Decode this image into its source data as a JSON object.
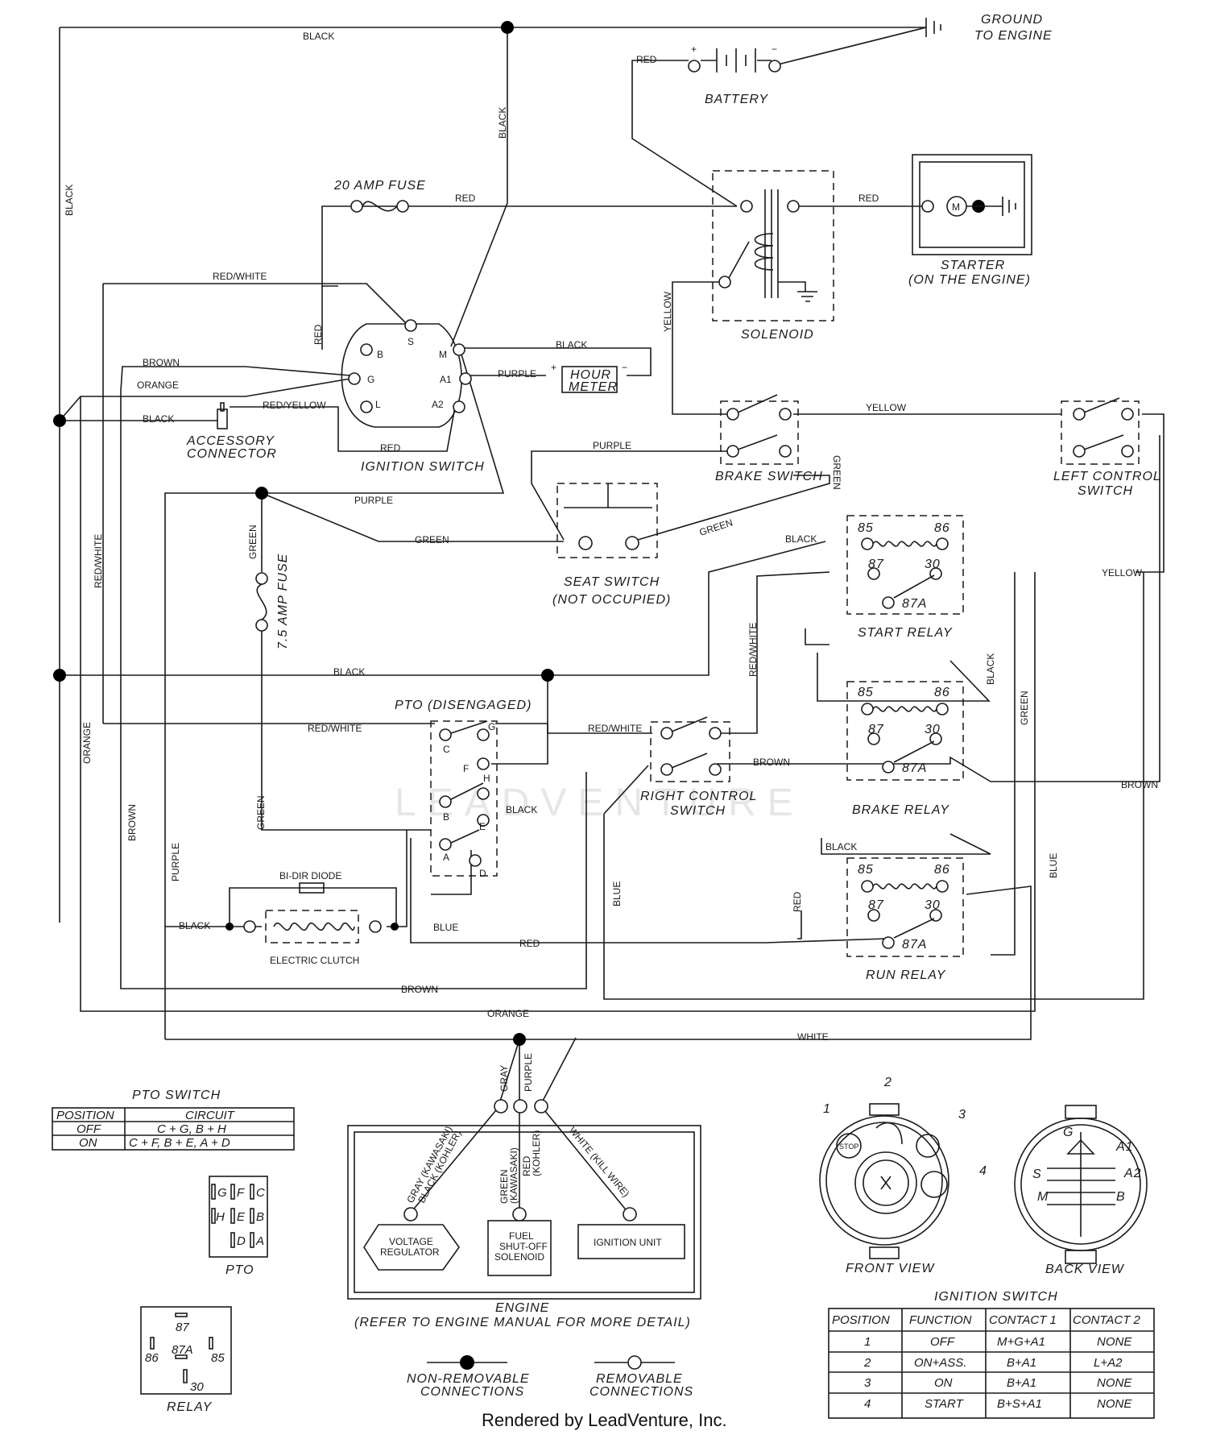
{
  "wire_colors": {
    "black": "BLACK",
    "red": "RED",
    "red_white": "RED/WHITE",
    "red_yellow": "RED/YELLOW",
    "brown": "BROWN",
    "orange": "ORANGE",
    "purple": "PURPLE",
    "green": "GREEN",
    "yellow": "YELLOW",
    "blue": "BLUE",
    "white": "WHITE",
    "gray": "GRAY"
  },
  "components": {
    "ground": [
      "GROUND",
      "TO ENGINE"
    ],
    "battery": "BATTERY",
    "fuse20": "20 AMP FUSE",
    "fuse75": "7.5 AMP FUSE",
    "solenoid": "SOLENOID",
    "starter": [
      "STARTER",
      "(ON THE ENGINE)"
    ],
    "motor_symbol": "M",
    "hour_meter": [
      "HOUR",
      "METER"
    ],
    "ignition_switch": "IGNITION SWITCH",
    "accessory_connector": [
      "ACCESSORY",
      "CONNECTOR"
    ],
    "brake_switch": "BRAKE SWITCH",
    "left_control_switch": [
      "LEFT CONTROL",
      "SWITCH"
    ],
    "seat_switch": [
      "SEAT SWITCH",
      "(NOT OCCUPIED)"
    ],
    "start_relay": "START RELAY",
    "brake_relay": "BRAKE RELAY",
    "run_relay": "RUN RELAY",
    "pto": "PTO (DISENGAGED)",
    "right_control_switch": [
      "RIGHT CONTROL",
      "SWITCH"
    ],
    "bi_dir_diode": "BI-DIR DIODE",
    "electric_clutch": "ELECTRIC CLUTCH",
    "engine": [
      "ENGINE",
      "(REFER TO ENGINE MANUAL FOR MORE DETAIL)"
    ],
    "voltage_regulator": [
      "VOLTAGE",
      "REGULATOR"
    ],
    "fuel_shutoff": [
      "FUEL",
      "SHUT-OFF",
      "SOLENOID"
    ],
    "ignition_unit": "IGNITION UNIT",
    "engine_wire_gray": "GRAY (KAWASAKI)",
    "engine_wire_black": "BLACK (KOHLER)",
    "engine_wire_green": "GREEN",
    "engine_wire_kawasaki": "(KAWASAKI)",
    "engine_wire_red": "RED",
    "engine_wire_kohler": "(KOHLER)",
    "engine_wire_white": "WHITE (KILL WIRE)"
  },
  "ignition_terminals": [
    "B",
    "S",
    "M",
    "G",
    "A1",
    "L",
    "A2"
  ],
  "relay_terminals": {
    "t85": "85",
    "t86": "86",
    "t87": "87",
    "t30": "30",
    "t87a": "87A"
  },
  "pto_terminals": [
    "G",
    "C",
    "F",
    "H",
    "B",
    "E",
    "A",
    "D"
  ],
  "pto_table": {
    "title": "PTO SWITCH",
    "headers": [
      "POSITION",
      "CIRCUIT"
    ],
    "rows": [
      [
        "OFF",
        "C + G, B + H"
      ],
      [
        "ON",
        "C + F, B + E, A + D"
      ]
    ]
  },
  "pto_pinout": {
    "label": "PTO",
    "rows": [
      [
        "G",
        "F",
        "C"
      ],
      [
        "H",
        "E",
        "B"
      ],
      [
        "D",
        "A"
      ]
    ]
  },
  "relay_pinout": {
    "label": "RELAY",
    "pins": [
      "87",
      "86",
      "87A",
      "85",
      "30"
    ]
  },
  "ignition_views": {
    "front": "FRONT VIEW",
    "back": "BACK VIEW",
    "numbers": [
      "1",
      "2",
      "3",
      "4"
    ],
    "stop": "STOP",
    "back_letters": [
      "G",
      "A1",
      "A2",
      "S",
      "M",
      "B"
    ]
  },
  "ignition_table": {
    "title": "IGNITION SWITCH",
    "headers": [
      "POSITION",
      "FUNCTION",
      "CONTACT 1",
      "CONTACT 2"
    ],
    "rows": [
      [
        "1",
        "OFF",
        "M+G+A1",
        "NONE"
      ],
      [
        "2",
        "ON+ASS.",
        "B+A1",
        "L+A2"
      ],
      [
        "3",
        "ON",
        "B+A1",
        "NONE"
      ],
      [
        "4",
        "START",
        "B+S+A1",
        "NONE"
      ]
    ]
  },
  "legend": {
    "non_removable": [
      "NON-REMOVABLE",
      "CONNECTIONS"
    ],
    "removable": [
      "REMOVABLE",
      "CONNECTIONS"
    ]
  },
  "footer": "Rendered by LeadVenture, Inc.",
  "watermark": "LEADVENTURE"
}
